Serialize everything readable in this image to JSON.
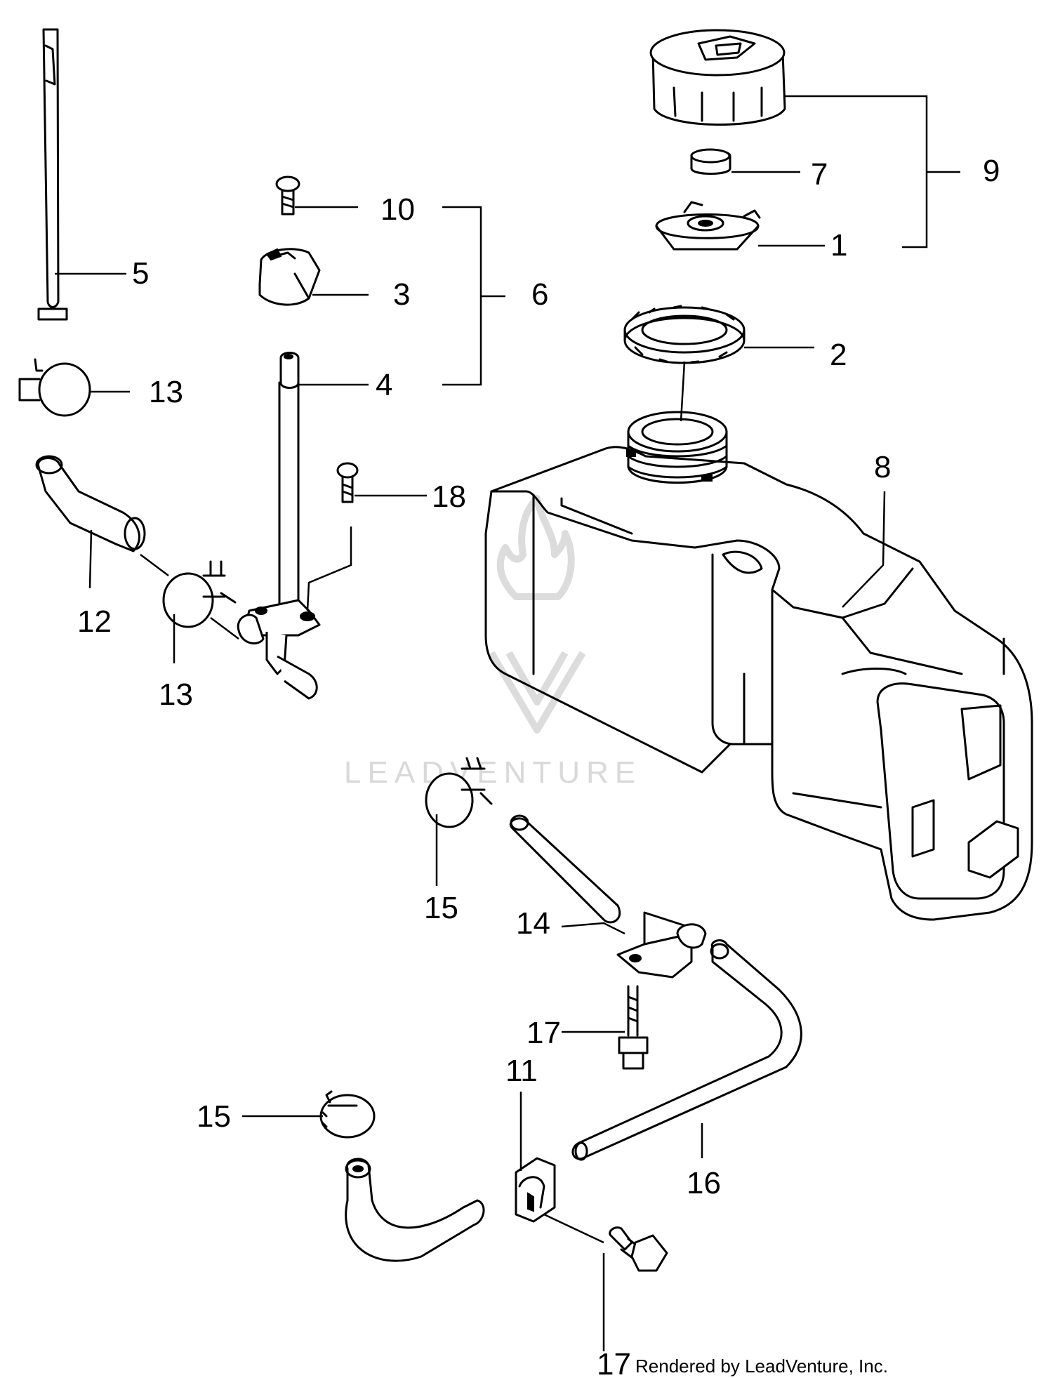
{
  "callouts": [
    {
      "id": "c1",
      "label": "1"
    },
    {
      "id": "c2",
      "label": "2"
    },
    {
      "id": "c3",
      "label": "3"
    },
    {
      "id": "c4",
      "label": "4"
    },
    {
      "id": "c5",
      "label": "5"
    },
    {
      "id": "c6",
      "label": "6"
    },
    {
      "id": "c7",
      "label": "7"
    },
    {
      "id": "c8",
      "label": "8"
    },
    {
      "id": "c9",
      "label": "9"
    },
    {
      "id": "c10",
      "label": "10"
    },
    {
      "id": "c11",
      "label": "11"
    },
    {
      "id": "c12",
      "label": "12"
    },
    {
      "id": "c13a",
      "label": "13"
    },
    {
      "id": "c13b",
      "label": "13"
    },
    {
      "id": "c14",
      "label": "14"
    },
    {
      "id": "c15a",
      "label": "15"
    },
    {
      "id": "c15b",
      "label": "15"
    },
    {
      "id": "c16",
      "label": "16"
    },
    {
      "id": "c17a",
      "label": "17"
    },
    {
      "id": "c17b",
      "label": "17"
    },
    {
      "id": "c18",
      "label": "18"
    }
  ],
  "watermark": {
    "text": "LEADVENTURE"
  },
  "credit": {
    "text": "Rendered by LeadVenture, Inc."
  }
}
